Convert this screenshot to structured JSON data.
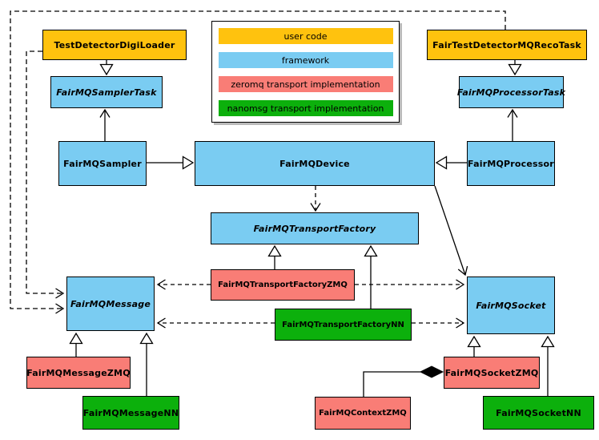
{
  "colors": {
    "user_code": "#FFC20E",
    "framework": "#7ACCF2",
    "zeromq": "#F97D76",
    "nanomsg": "#0CB00C"
  },
  "legend": {
    "items": [
      {
        "label": "user code",
        "color_key": "user_code"
      },
      {
        "label": "framework",
        "color_key": "framework"
      },
      {
        "label": "zeromq transport implementation",
        "color_key": "zeromq"
      },
      {
        "label": "nanomsg transport implementation",
        "color_key": "nanomsg"
      }
    ]
  },
  "nodes": [
    {
      "label": "TestDetectorDigiLoader",
      "category": "user_code",
      "abstract": false
    },
    {
      "label": "FairTestDetectorMQRecoTask",
      "category": "user_code",
      "abstract": false
    },
    {
      "label": "FairMQSamplerTask",
      "category": "framework",
      "abstract": true
    },
    {
      "label": "FairMQProcessorTask",
      "category": "framework",
      "abstract": true
    },
    {
      "label": "FairMQSampler",
      "category": "framework",
      "abstract": false
    },
    {
      "label": "FairMQDevice",
      "category": "framework",
      "abstract": false
    },
    {
      "label": "FairMQProcessor",
      "category": "framework",
      "abstract": false
    },
    {
      "label": "FairMQTransportFactory",
      "category": "framework",
      "abstract": true
    },
    {
      "label": "FairMQTransportFactoryZMQ",
      "category": "zeromq",
      "abstract": false
    },
    {
      "label": "FairMQTransportFactoryNN",
      "category": "nanomsg",
      "abstract": false
    },
    {
      "label": "FairMQMessage",
      "category": "framework",
      "abstract": true
    },
    {
      "label": "FairMQSocket",
      "category": "framework",
      "abstract": true
    },
    {
      "label": "FairMQMessageZMQ",
      "category": "zeromq",
      "abstract": false
    },
    {
      "label": "FairMQMessageNN",
      "category": "nanomsg",
      "abstract": false
    },
    {
      "label": "FairMQSocketZMQ",
      "category": "zeromq",
      "abstract": false
    },
    {
      "label": "FairMQSocketNN",
      "category": "nanomsg",
      "abstract": false
    },
    {
      "label": "FairMQContextZMQ",
      "category": "zeromq",
      "abstract": false
    }
  ],
  "relationships": [
    {
      "from": "TestDetectorDigiLoader",
      "to": "FairMQSamplerTask",
      "type": "inheritance"
    },
    {
      "from": "FairTestDetectorMQRecoTask",
      "to": "FairMQProcessorTask",
      "type": "inheritance"
    },
    {
      "from": "FairMQSampler",
      "to": "FairMQDevice",
      "type": "inheritance"
    },
    {
      "from": "FairMQProcessor",
      "to": "FairMQDevice",
      "type": "inheritance"
    },
    {
      "from": "FairMQSampler",
      "to": "FairMQSamplerTask",
      "type": "association"
    },
    {
      "from": "FairMQProcessor",
      "to": "FairMQProcessorTask",
      "type": "association"
    },
    {
      "from": "FairMQDevice",
      "to": "FairMQTransportFactory",
      "type": "dependency"
    },
    {
      "from": "FairMQDevice",
      "to": "FairMQSocket",
      "type": "association"
    },
    {
      "from": "FairMQTransportFactoryZMQ",
      "to": "FairMQTransportFactory",
      "type": "inheritance"
    },
    {
      "from": "FairMQTransportFactoryNN",
      "to": "FairMQTransportFactory",
      "type": "inheritance"
    },
    {
      "from": "FairMQTransportFactoryZMQ",
      "to": "FairMQMessage",
      "type": "dependency"
    },
    {
      "from": "FairMQTransportFactoryZMQ",
      "to": "FairMQSocket",
      "type": "dependency"
    },
    {
      "from": "FairMQTransportFactoryNN",
      "to": "FairMQMessage",
      "type": "dependency"
    },
    {
      "from": "FairMQTransportFactoryNN",
      "to": "FairMQSocket",
      "type": "dependency"
    },
    {
      "from": "FairMQMessageZMQ",
      "to": "FairMQMessage",
      "type": "inheritance"
    },
    {
      "from": "FairMQMessageNN",
      "to": "FairMQMessage",
      "type": "inheritance"
    },
    {
      "from": "FairMQSocketZMQ",
      "to": "FairMQSocket",
      "type": "inheritance"
    },
    {
      "from": "FairMQSocketNN",
      "to": "FairMQSocket",
      "type": "inheritance"
    },
    {
      "from": "TestDetectorDigiLoader",
      "to": "FairMQMessage",
      "type": "dependency"
    },
    {
      "from": "FairTestDetectorMQRecoTask",
      "to": "FairMQMessage",
      "type": "dependency"
    },
    {
      "from": "FairMQSocketZMQ",
      "to": "FairMQContextZMQ",
      "type": "composition"
    }
  ]
}
